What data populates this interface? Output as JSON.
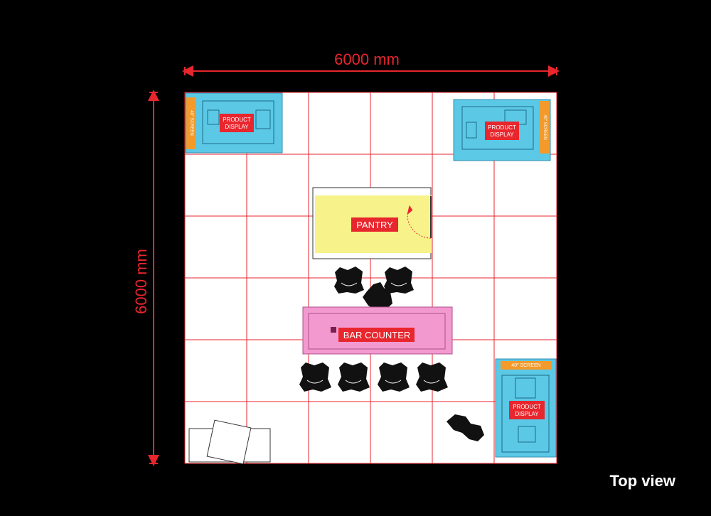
{
  "dimensions": {
    "width_label": "6000 mm",
    "height_label": "6000 mm"
  },
  "zones": {
    "pantry": "PANTRY",
    "bar_counter": "BAR COUNTER",
    "product_display_line1": "PRODUCT",
    "product_display_line2": "DISPLAY",
    "screen_vertical": "40\" SCREEN",
    "screen_horizontal": "40\" SCREEN"
  },
  "view_label": "Top view",
  "colors": {
    "background": "#000000",
    "floor": "#ffffff",
    "grid": "#e8262d",
    "display_unit": "#5bc8e6",
    "screen": "#f39a2b",
    "pantry": "#f7f28a",
    "bar_counter": "#f29ad0",
    "label_tag": "#e8262d"
  }
}
